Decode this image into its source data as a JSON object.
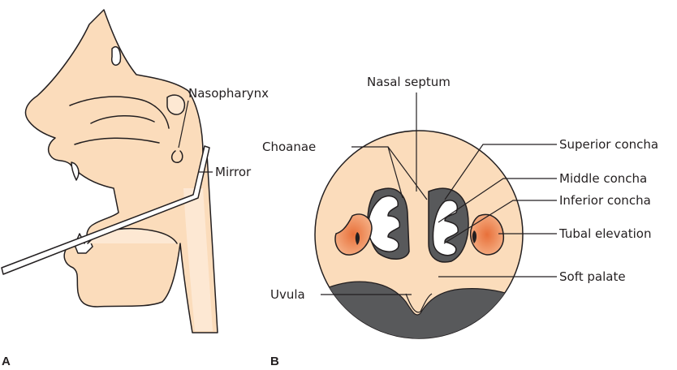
{
  "colors": {
    "skin": "#fbdcbb",
    "skin_light": "#fde8d3",
    "dark": "#58595b",
    "tubal": "#f0955f",
    "outline": "#231f20"
  },
  "panel_a": {
    "panel_label": "A",
    "labels": {
      "nasopharynx": "Nasopharynx",
      "mirror": "Mirror"
    }
  },
  "panel_b": {
    "panel_label": "B",
    "labels": {
      "nasal_septum": "Nasal septum",
      "choanae": "Choanae",
      "superior_concha": "Superior concha",
      "middle_concha": "Middle concha",
      "inferior_concha": "Inferior concha",
      "tubal_elevation": "Tubal elevation",
      "soft_palate": "Soft palate",
      "uvula": "Uvula"
    }
  }
}
